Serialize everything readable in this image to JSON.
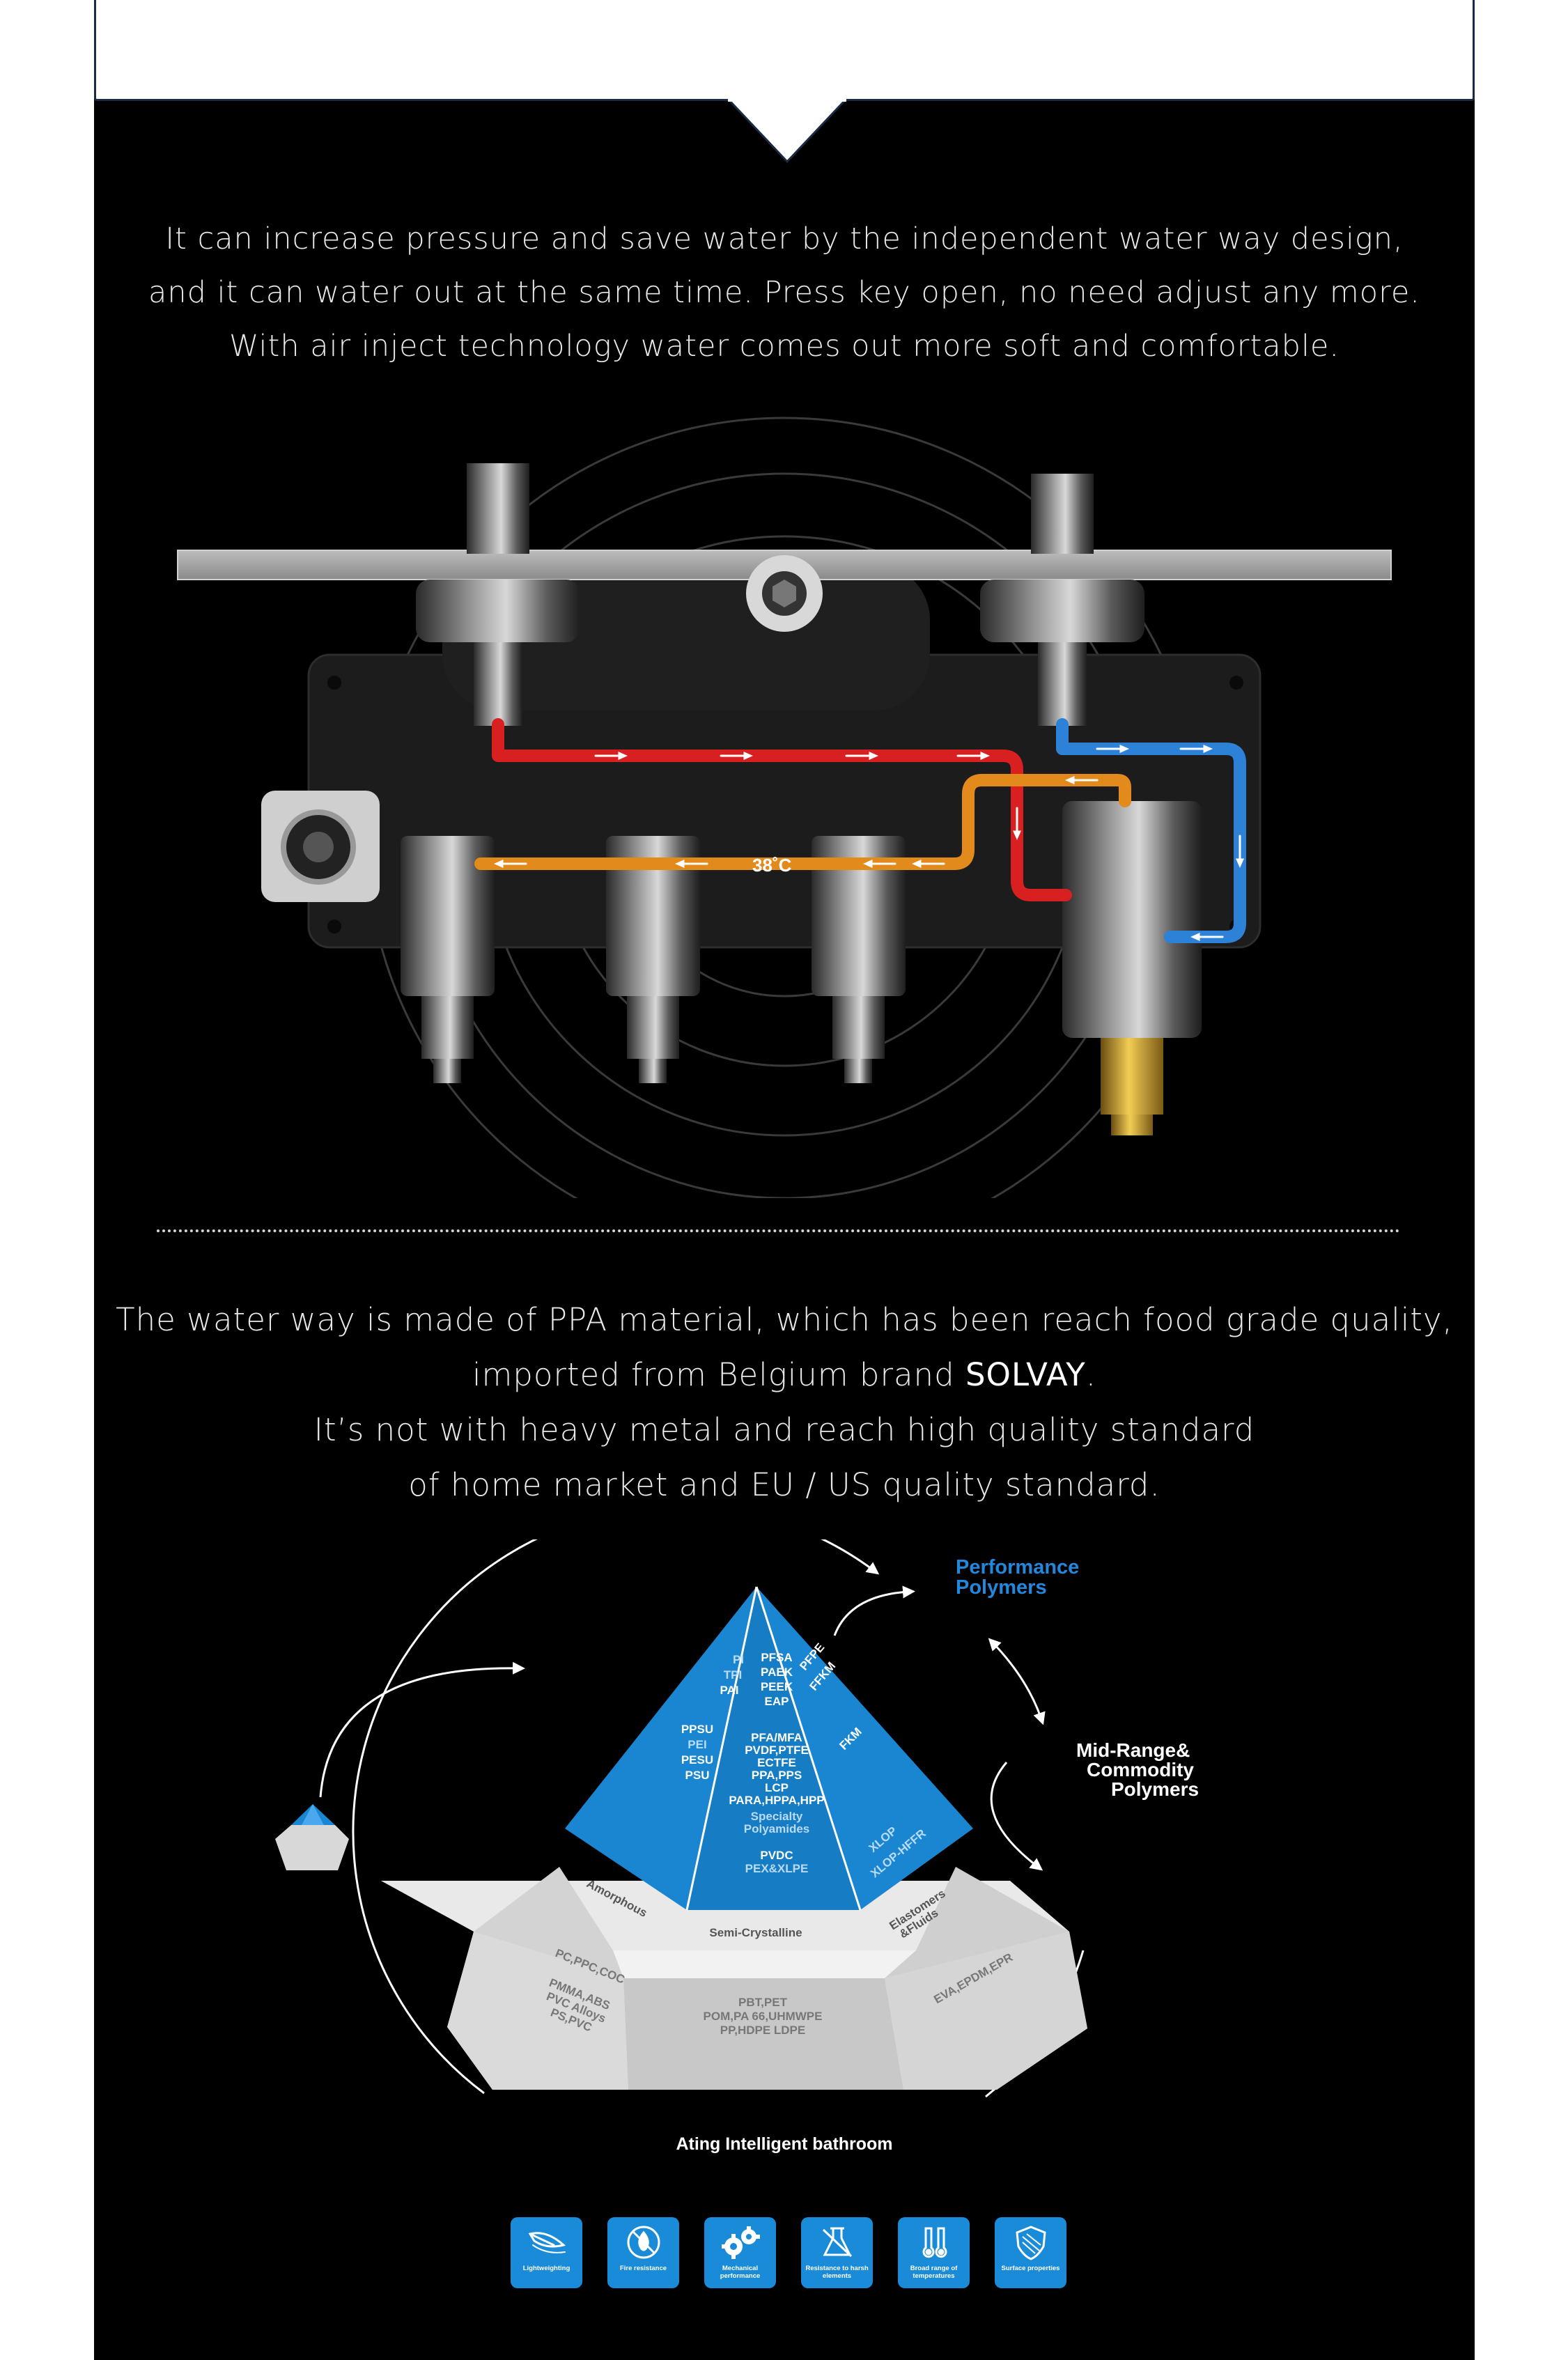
{
  "intro": {
    "lines": [
      "It can increase pressure and save water by the independent water way design,",
      "and it can water out at the same time. Press key open, no need adjust any more.",
      "With air inject technology water comes out more soft and comfortable."
    ]
  },
  "valve_diagram": {
    "temperature_label": "38˚C",
    "colors": {
      "hot": "#d92020",
      "cold": "#2d82d8",
      "mixed": "#e38a1c"
    }
  },
  "material": {
    "line1": "The water way is made of PPA material, which has been reach food grade quality,",
    "line2_before": "imported from Belgium brand ",
    "line2_brand": "SOLVAY",
    "line2_after": ".",
    "line3": "It’s not with heavy metal and reach high quality standard",
    "line4": "of home market and EU / US quality standard."
  },
  "pyramid": {
    "performance_label": [
      "Performance",
      "Polymers"
    ],
    "midrange_label": [
      "Mid-Range&",
      "Commodity",
      "Polymers"
    ],
    "amorphous_top": [
      "PI",
      "TPI",
      "PAI"
    ],
    "amorphous_mid": [
      "PPSU",
      "PEI",
      "PESU",
      "PSU"
    ],
    "semicrystalline_top": [
      "PFSA",
      "PAEK",
      "PEEK",
      "EAP"
    ],
    "semicrystalline_mid": [
      "PFA/MFA",
      "PVDF,PTFE",
      "ECTFE",
      "PPA,PPS",
      "LCP",
      "PARA,HPPA,HPP"
    ],
    "specialty": [
      "Specialty",
      "Polyamides"
    ],
    "pvdc": "PVDC",
    "pex": "PEX&XLPE",
    "elastomer_top": [
      "PFPE",
      "FFKM"
    ],
    "fkm": "FKM",
    "xlop": [
      "XLOP",
      "XLOP-HFFR"
    ],
    "base_amorphous": "Amorphous",
    "base_semi": "Semi-Crystalline",
    "base_elastomers": [
      "Elastomers",
      "&Fluids"
    ],
    "base_left": [
      "PC,PPC,COC",
      "PMMA,ABS",
      "PVC Alloys",
      "PS,PVC"
    ],
    "base_center": [
      "PBT,PET",
      "POM,PA 66,UHMWPE",
      "PP,HDPE LDPE"
    ],
    "base_right": "EVA,EPDM,EPR",
    "colors": {
      "pyramid": "#1a86d2",
      "base_top": "#e9e9e9",
      "base_front": "#c8c8c8",
      "accent": "#2288dd"
    }
  },
  "footer": {
    "title": "Ating Intelligent bathroom",
    "properties": [
      {
        "icon": "feather-icon",
        "label": "Lightweighting"
      },
      {
        "icon": "flame-icon",
        "label": "Fire resistance"
      },
      {
        "icon": "gears-icon",
        "label": "Mechanical performance"
      },
      {
        "icon": "flask-icon",
        "label": "Resistance to harsh elements"
      },
      {
        "icon": "thermometer-icon",
        "label": "Broad range of temperatures"
      },
      {
        "icon": "shield-icon",
        "label": "Surface properties"
      }
    ]
  }
}
